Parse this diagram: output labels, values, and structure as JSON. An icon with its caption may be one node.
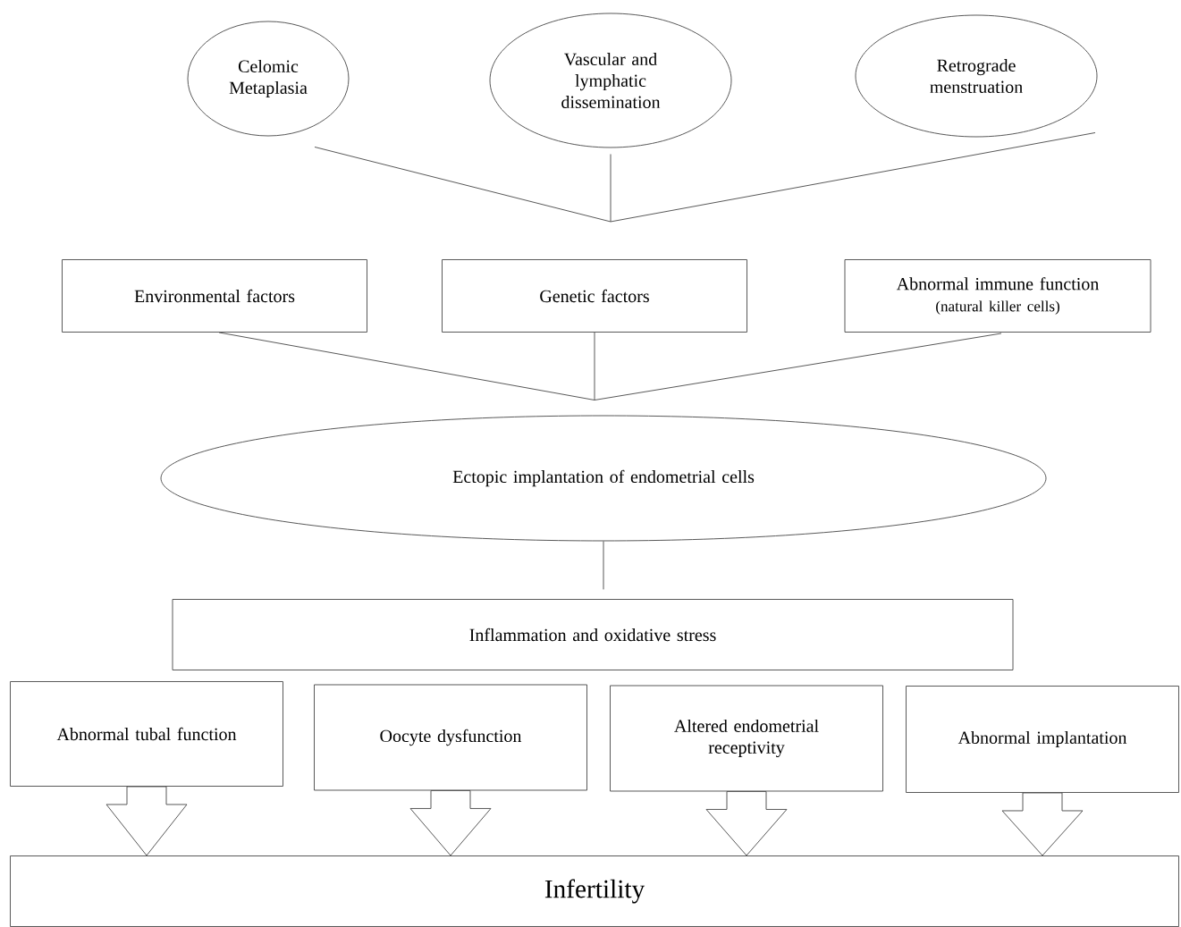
{
  "diagram": {
    "nodes": [
      {
        "text": [
          "Celomic Metaplasia"
        ]
      },
      {
        "text": [
          "Vascular and lymphatic dissemination"
        ]
      },
      {
        "text": [
          "Retrograde menstruation"
        ]
      },
      {
        "text": [
          "Environmental factors"
        ]
      },
      {
        "text": [
          "Genetic factors"
        ]
      },
      {
        "text": [
          "Abnormal immune function",
          "(natural killer cells)"
        ]
      },
      {
        "text": [
          "Ectopic implantation of endometrial cells"
        ]
      },
      {
        "text": [
          "Inflammation and oxidative stress"
        ]
      },
      {
        "text": [
          "Abnormal tubal function"
        ]
      },
      {
        "text": [
          "Oocyte dysfunction"
        ]
      },
      {
        "text": [
          "Altered endometrial receptivity"
        ]
      },
      {
        "text": [
          "Abnormal implantation"
        ]
      },
      {
        "text": [
          "Infertility"
        ]
      }
    ],
    "edges": [
      {
        "from": 0,
        "to": null,
        "arrow": "none"
      },
      {
        "from": 1,
        "to": null,
        "arrow": "none"
      },
      {
        "from": 2,
        "to": null,
        "arrow": "none"
      },
      {
        "from": 3,
        "to": 6,
        "arrow": "none"
      },
      {
        "from": 4,
        "to": 6,
        "arrow": "none"
      },
      {
        "from": 5,
        "to": 6,
        "arrow": "none"
      },
      {
        "from": 6,
        "to": 7,
        "arrow": "none"
      },
      {
        "from": 8,
        "to": 12,
        "arrow": "to"
      },
      {
        "from": 9,
        "to": 12,
        "arrow": "to"
      },
      {
        "from": 10,
        "to": 12,
        "arrow": "to"
      },
      {
        "from": 11,
        "to": 12,
        "arrow": "to"
      }
    ]
  }
}
